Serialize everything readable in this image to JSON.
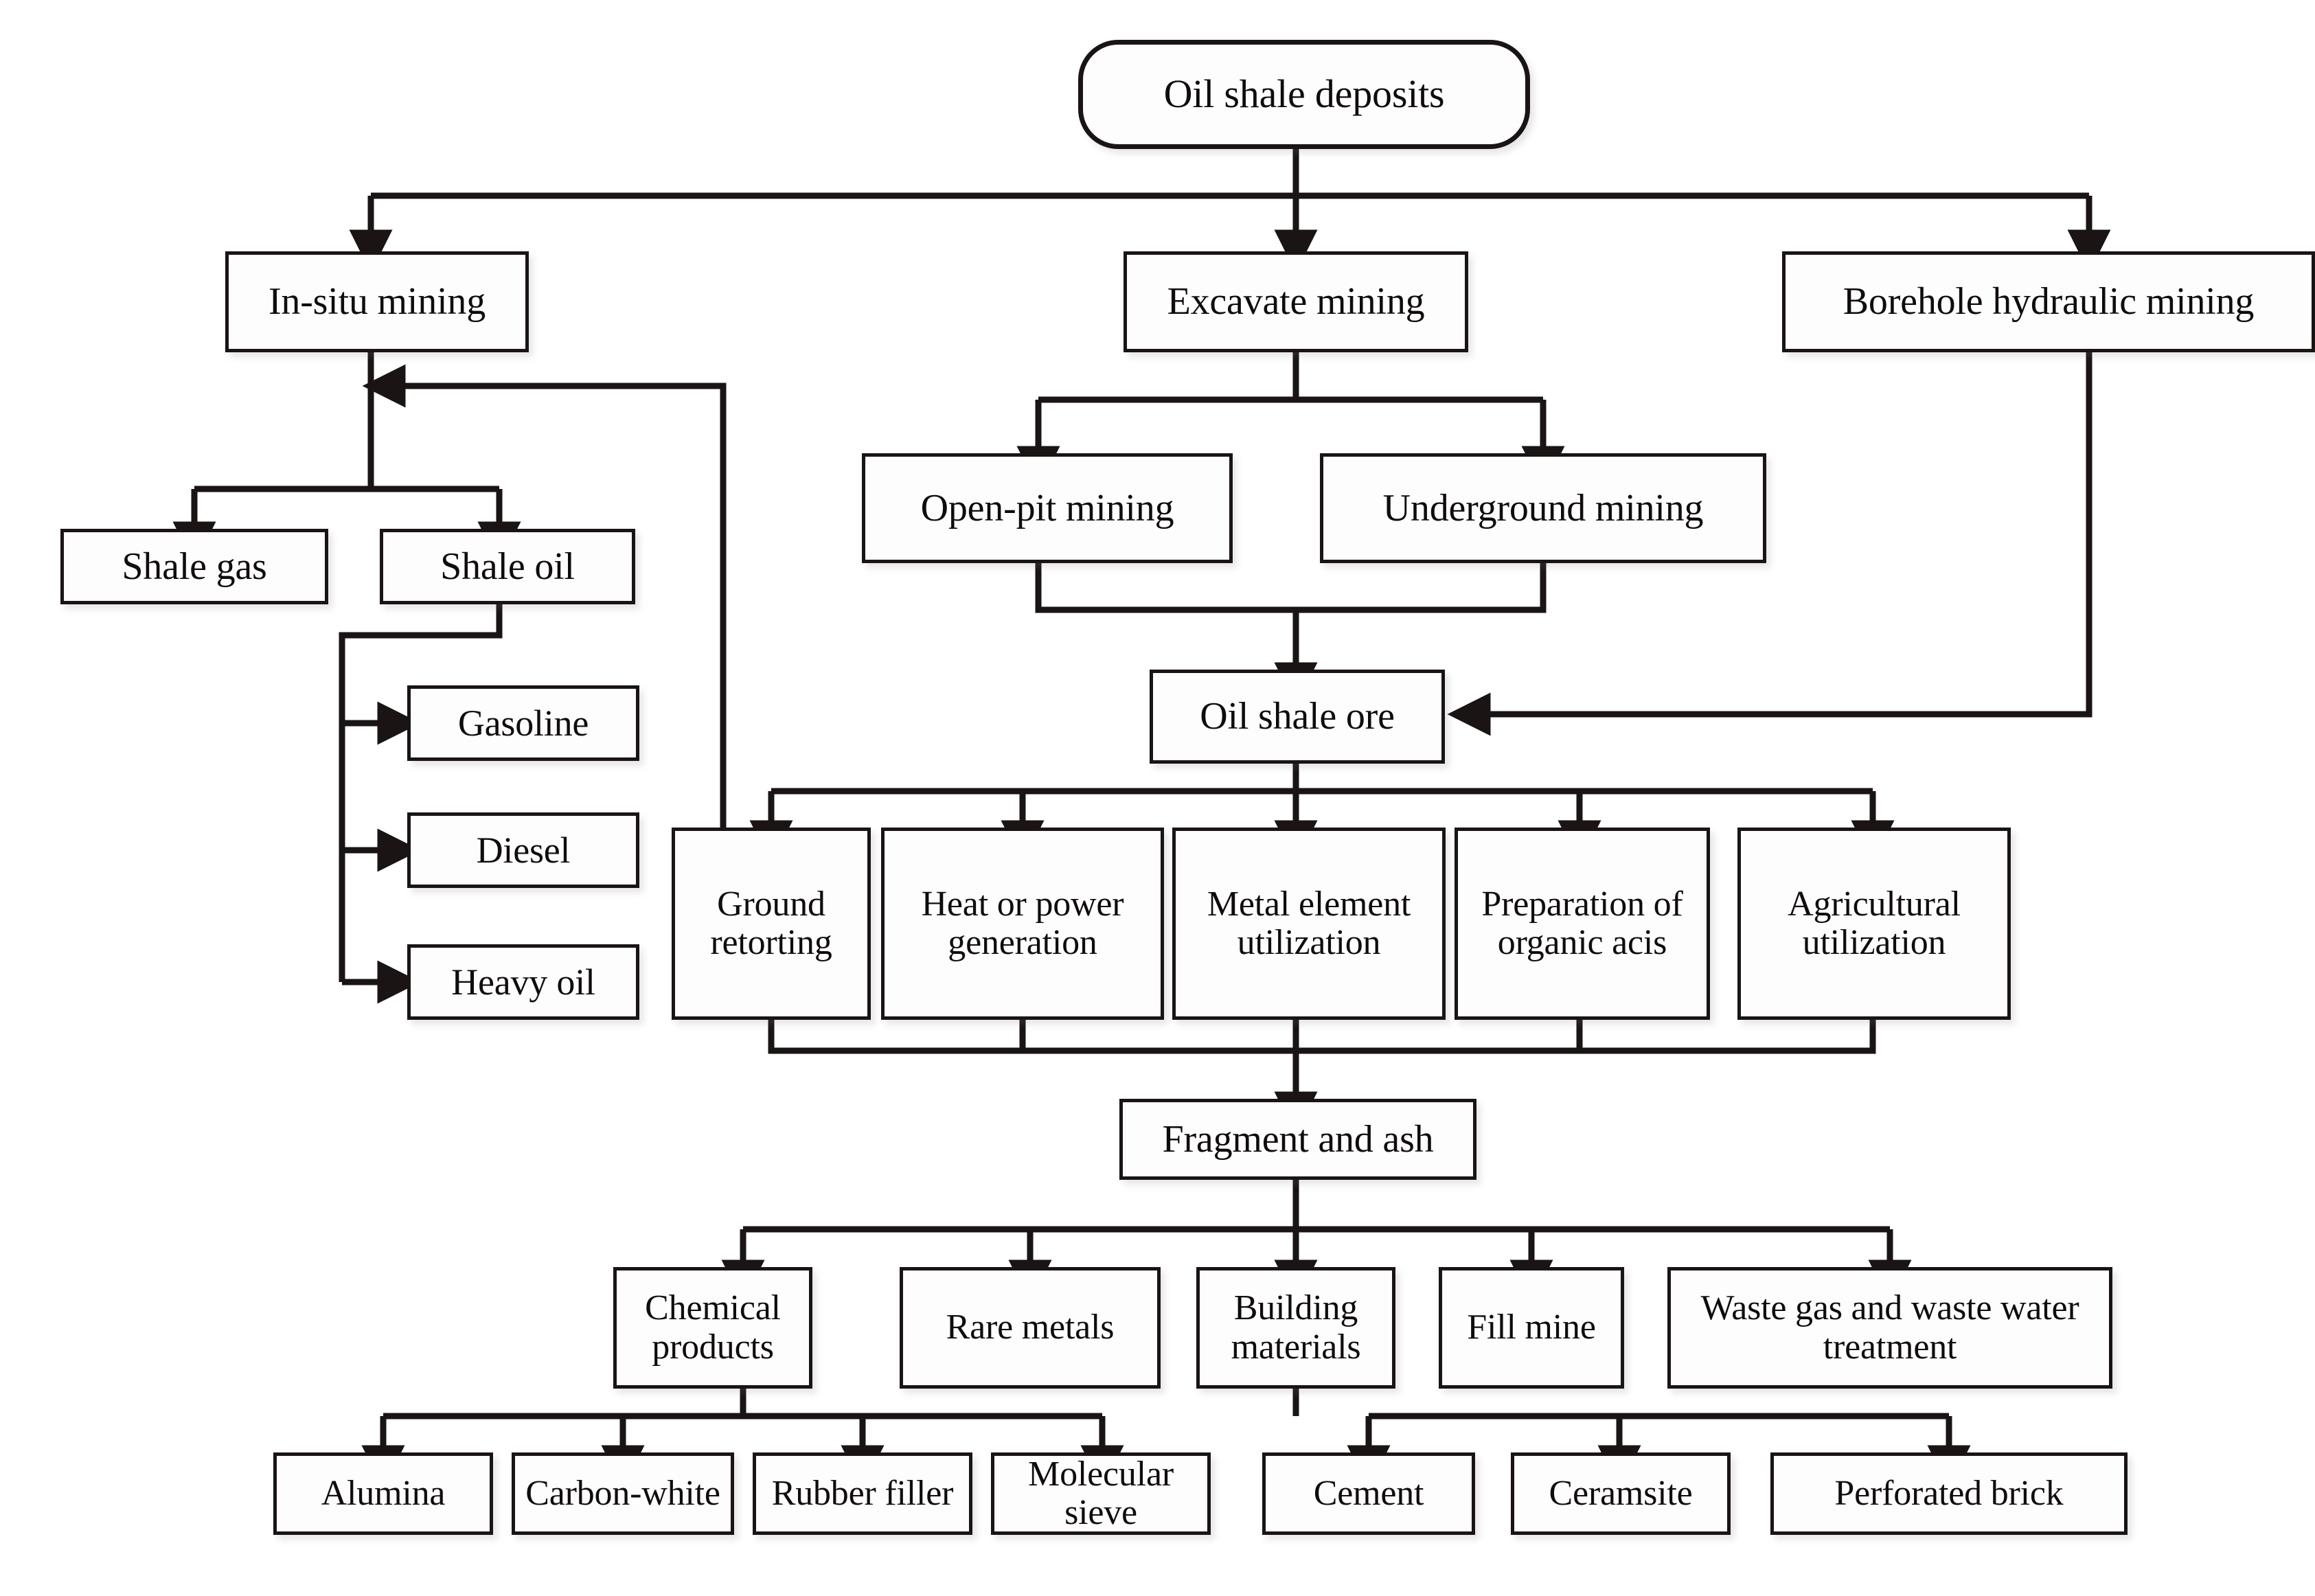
{
  "diagram": {
    "title": "Oil shale deposits utilization flowchart",
    "line_color": "#1a1414",
    "box_fill": "#fdfdfd",
    "nodes": {
      "root": "Oil shale deposits",
      "in_situ_mining": "In-situ mining",
      "excavate_mining": "Excavate mining",
      "borehole_hydraulic_mining": "Borehole hydraulic mining",
      "shale_gas": "Shale gas",
      "shale_oil": "Shale oil",
      "open_pit_mining": "Open-pit mining",
      "underground_mining": "Underground mining",
      "gasoline": "Gasoline",
      "diesel": "Diesel",
      "heavy_oil": "Heavy oil",
      "oil_shale_ore": "Oil shale ore",
      "ground_retorting": "Ground retorting",
      "heat_or_power_generation": "Heat or power generation",
      "metal_element_utilization": "Metal element utilization",
      "preparation_of_organic_acis": "Preparation of organic acis",
      "agricultural_utilization": "Agricultural utilization",
      "fragment_and_ash": "Fragment and ash",
      "chemical_products": "Chemical products",
      "rare_metals": "Rare metals",
      "building_materials": "Building materials",
      "fill_mine": "Fill mine",
      "waste_gas_and_waste_water_treatment": "Waste gas and waste water treatment",
      "alumina": "Alumina",
      "carbon_white": "Carbon-white",
      "rubber_filler": "Rubber filler",
      "molecular_sieve": "Molecular sieve",
      "cement": "Cement",
      "ceramsite": "Ceramsite",
      "perforated_brick": "Perforated brick"
    }
  }
}
